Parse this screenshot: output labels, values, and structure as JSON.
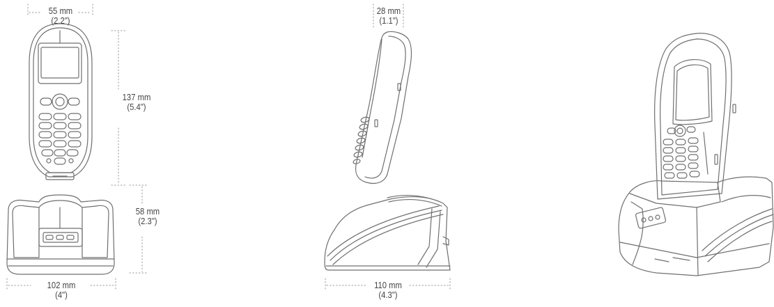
{
  "dimensions": {
    "handset_width": {
      "metric": "55 mm",
      "imperial": "(2.2\")"
    },
    "handset_height": {
      "metric": "137 mm",
      "imperial": "(5.4\")"
    },
    "handset_depth": {
      "metric": "28 mm",
      "imperial": "(1.1\")"
    },
    "cradle_height": {
      "metric": "58 mm",
      "imperial": "(2.3\")"
    },
    "cradle_width": {
      "metric": "102 mm",
      "imperial": "(4\")"
    },
    "cradle_depth": {
      "metric": "110 mm",
      "imperial": "(4.3\")"
    }
  },
  "colors": {
    "line": "#6f6f6f",
    "dim_line": "#9a9a9a",
    "text": "#444444"
  },
  "icons": [
    "handset-front-icon",
    "handset-side-icon",
    "cradle-front-icon",
    "cradle-side-icon",
    "handset-in-cradle-icon"
  ]
}
